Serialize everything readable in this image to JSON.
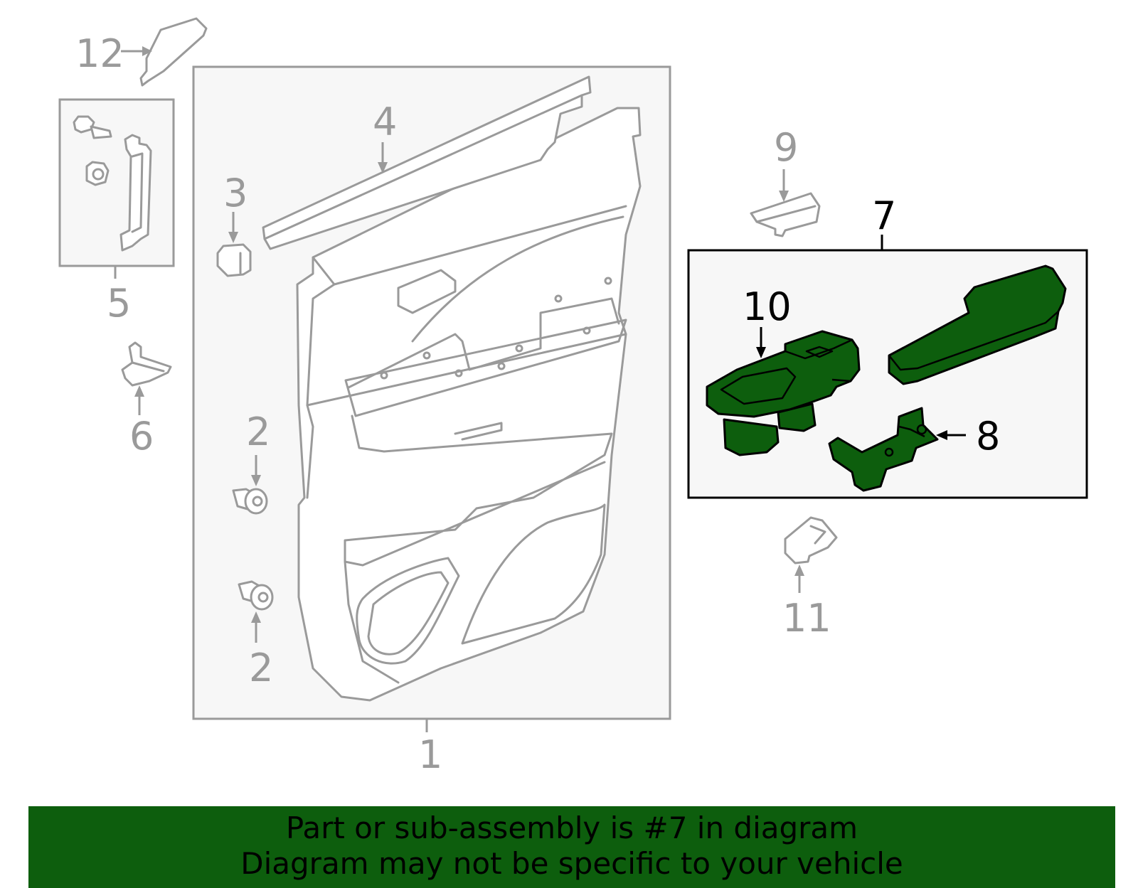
{
  "callouts": {
    "c1": "1",
    "c2a": "2",
    "c2b": "2",
    "c3": "3",
    "c4": "4",
    "c5": "5",
    "c6": "6",
    "c7": "7",
    "c8": "8",
    "c9": "9",
    "c10": "10",
    "c11": "11",
    "c12": "12"
  },
  "banner": {
    "line1": "Part or sub-assembly is #7 in diagram",
    "line2": "Diagram may not be specific to your vehicle"
  },
  "colors": {
    "highlight": "#0d5e0d",
    "outline_gray": "#9a9a9a",
    "panel_bg": "#f7f7f7"
  },
  "icons": [
    "door-trim-panel",
    "clip",
    "armrest",
    "switch-bezel",
    "bracket",
    "bolt",
    "nut"
  ]
}
